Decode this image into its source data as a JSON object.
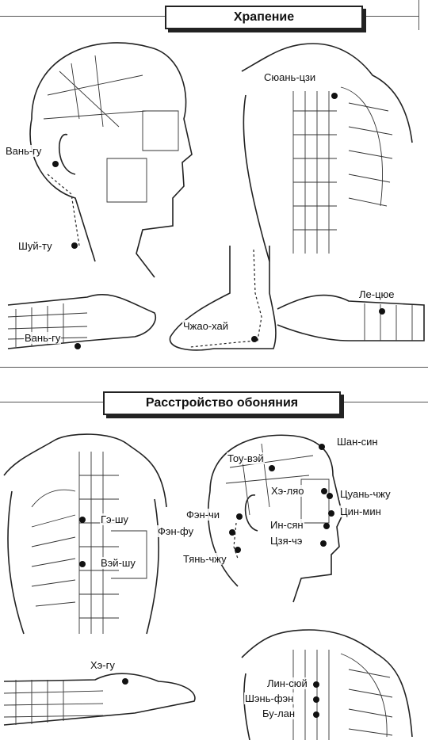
{
  "sections": [
    {
      "title": "Храпение",
      "points": [
        "Вань-гу",
        "Шуй-ту",
        "Вань-гу",
        "Сюань-цзи",
        "Ле-цюе",
        "Чжао-хай"
      ]
    },
    {
      "title": "Расстройство обоняния",
      "points": [
        "Шан-син",
        "Тоу-вэй",
        "Хэ-ляо",
        "Цуань-чжу",
        "Цин-мин",
        "Фэн-чи",
        "Фэн-фу",
        "Ин-сян",
        "Цзя-чэ",
        "Тянь-чжу",
        "Гэ-шу",
        "Вэй-шу",
        "Хэ-гу",
        "Лин-сюй",
        "Шэнь-фэн",
        "Бу-лан"
      ]
    }
  ],
  "colors": {
    "ink": "#111111",
    "paper": "#ffffff"
  }
}
